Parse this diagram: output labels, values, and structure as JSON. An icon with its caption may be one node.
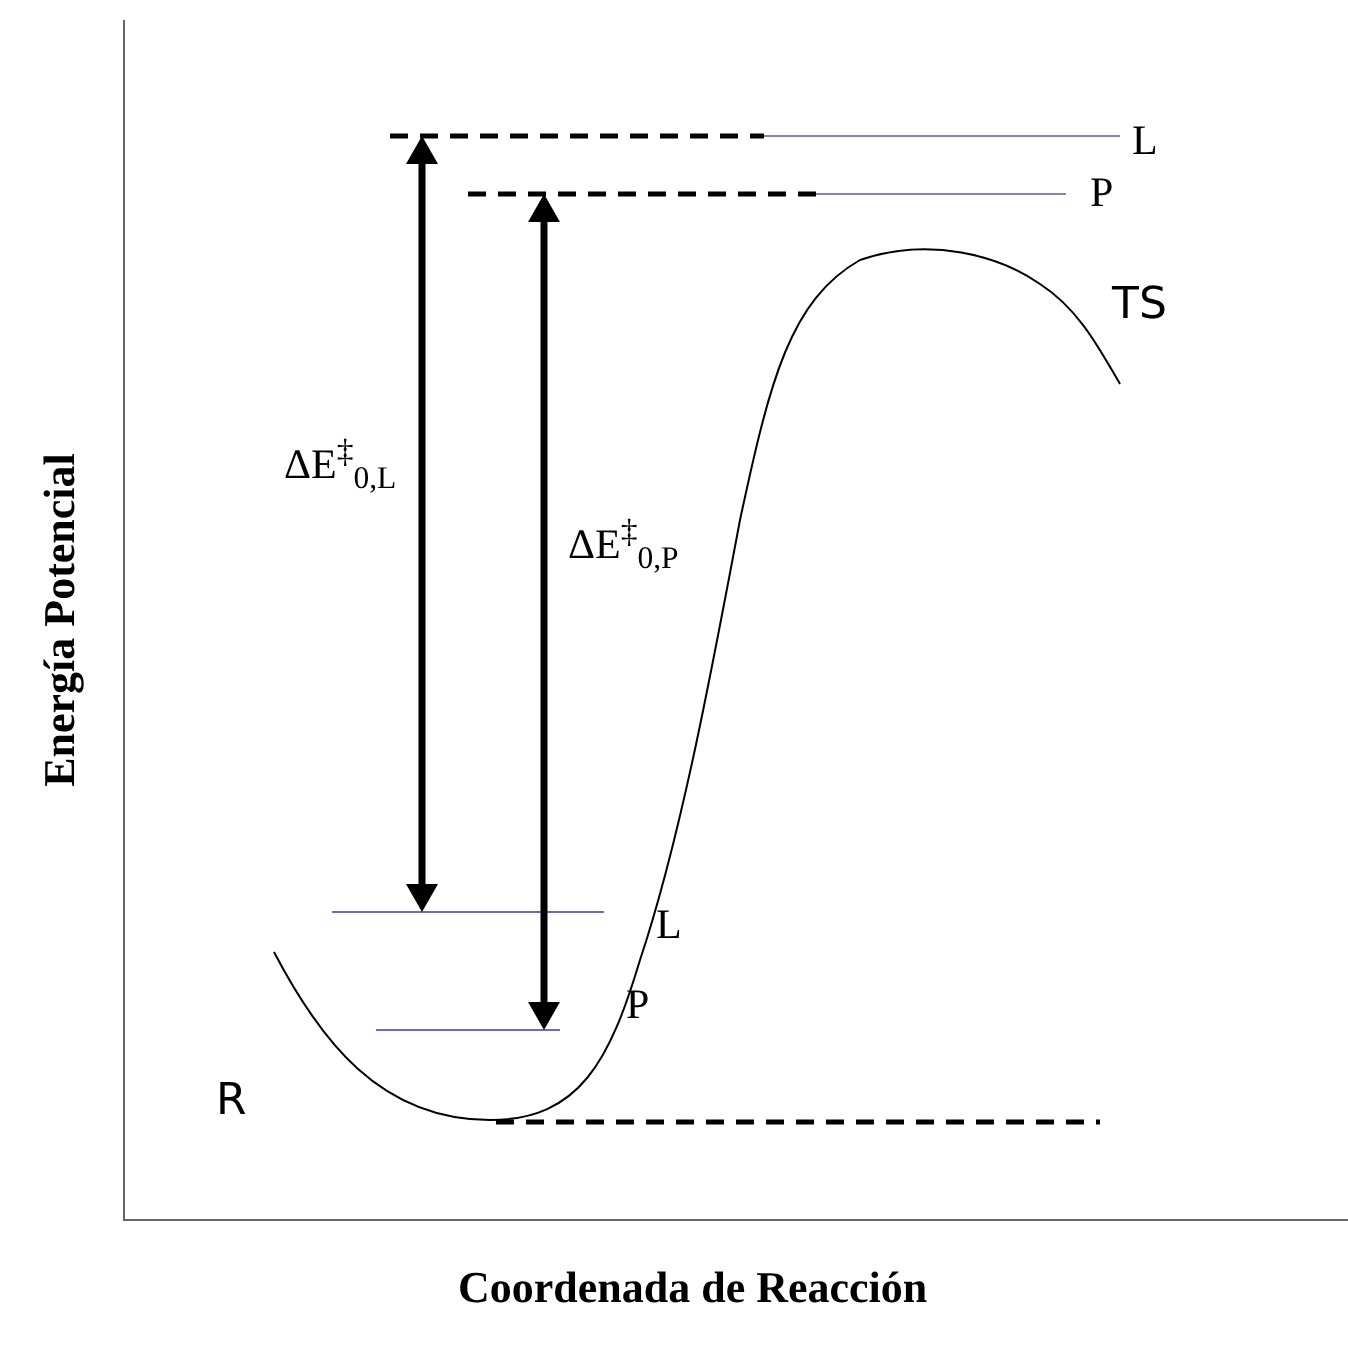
{
  "diagram": {
    "labels": [
      "L",
      "P",
      "TS",
      "ΔE$^{‡}$$_{0,L}$",
      "ΔE$^{‡}$$_{0,P}$",
      "L",
      "P",
      "R",
      "Energía Potencial",
      "Coordenada de Reacción"
    ]
  }
}
